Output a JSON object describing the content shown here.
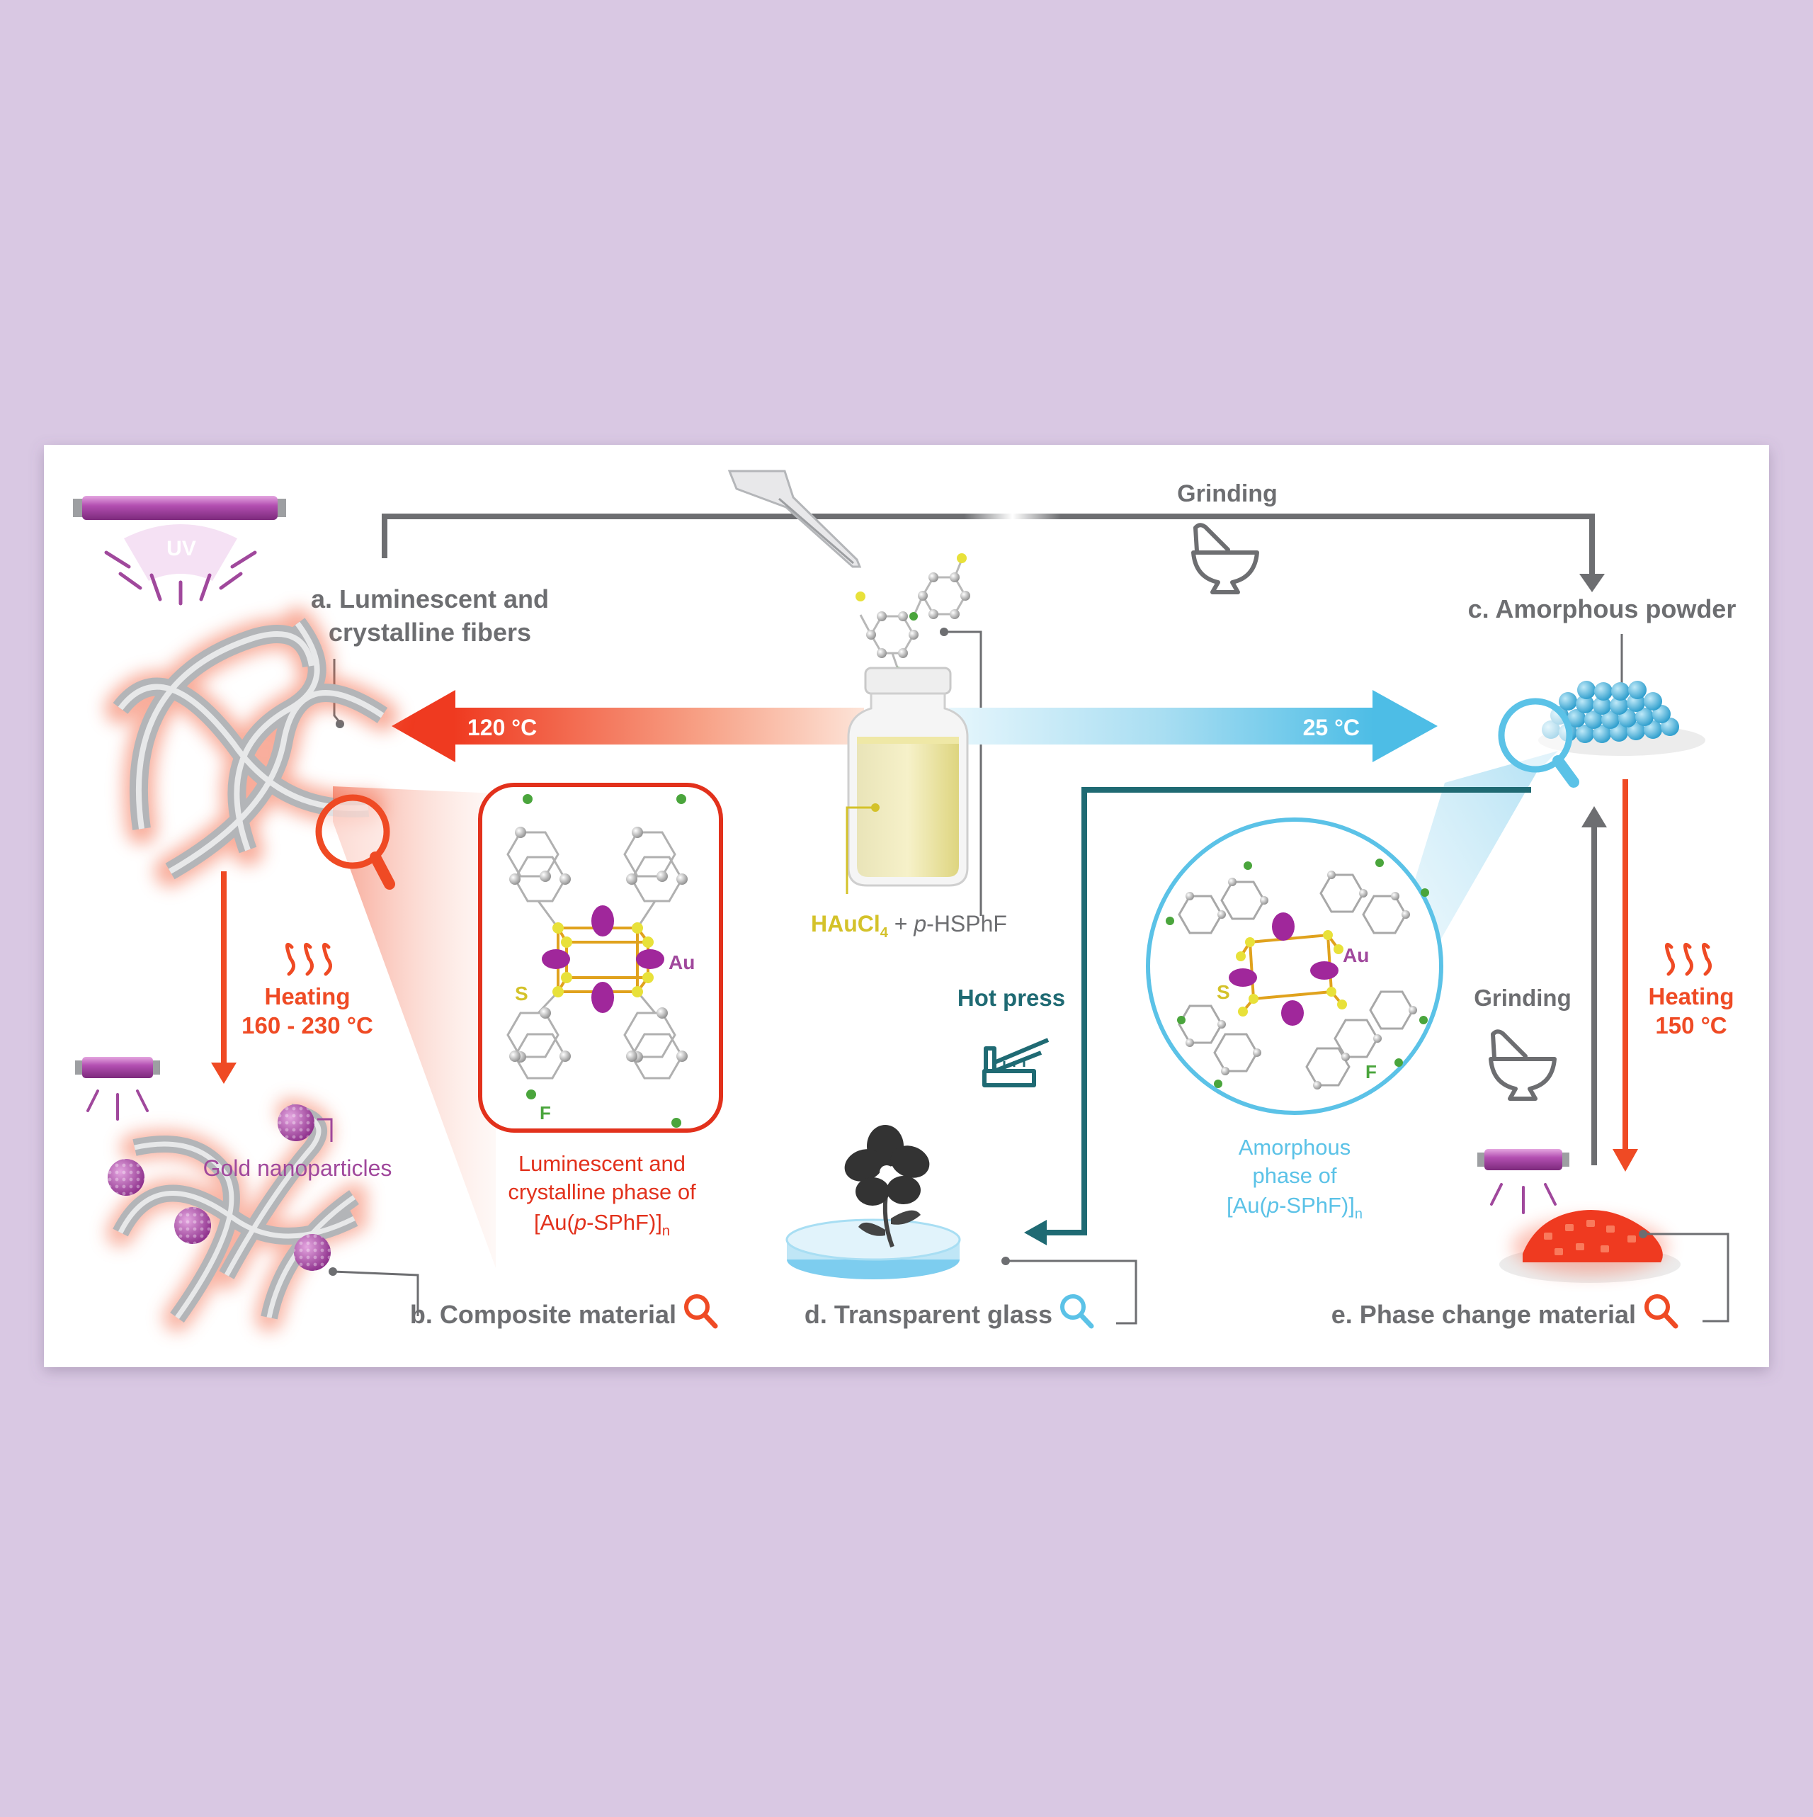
{
  "labels": {
    "a": "a. Luminescent and",
    "a2": "crystalline fibers",
    "b": "b. Composite material",
    "c": "c. Amorphous powder",
    "d": "d. Transparent glass",
    "e": "e. Phase change material"
  },
  "arrows": {
    "grinding_top": "Grinding",
    "grinding_right": "Grinding",
    "temp_left": "120 °C",
    "temp_right": "25 °C",
    "heating_left": "Heating",
    "heating_left_range": "160 - 230 °C",
    "heating_right": "Heating",
    "heating_right_temp": "150 °C",
    "hot_press": "Hot press"
  },
  "reagents": {
    "gold": "HAuCl",
    "gold_sub": "4",
    "plus": " + ",
    "ligand_italic": "p",
    "ligand_rest": "-HSPhF"
  },
  "uv": "UV",
  "gold_nanoparticles": "Gold nanoparticles",
  "crystalline_phase": {
    "line1": "Luminescent and",
    "line2": "crystalline phase of",
    "formula_a": "[Au(",
    "formula_p": "p",
    "formula_b": "-SPhF)]",
    "formula_sub": "n"
  },
  "amorphous_phase": {
    "line1": "Amorphous",
    "line2": "phase of",
    "formula_a": "[Au(",
    "formula_p": "p",
    "formula_b": "-SPhF)]",
    "formula_sub": "n"
  },
  "atoms": {
    "au": "Au",
    "s": "S",
    "f": "F"
  },
  "colors": {
    "background": "#d9c8e3",
    "panel": "#ffffff",
    "grey": "#6d6e71",
    "hot": "#ef4a24",
    "cold": "#5bc2e7",
    "teal": "#1f6a73",
    "purple": "#a0489c",
    "gold": "#d4c22a",
    "fluorine": "#4aa53c"
  }
}
